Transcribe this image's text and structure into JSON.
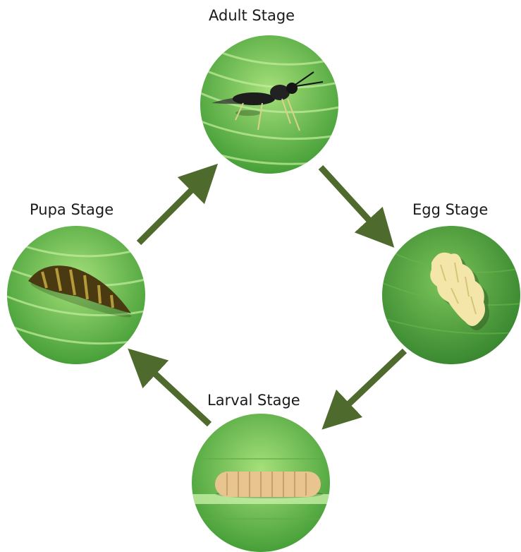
{
  "stages": {
    "adult": {
      "label": "Adult Stage",
      "icon": "adult-fly-icon"
    },
    "egg": {
      "label": "Egg Stage",
      "icon": "egg-cluster-icon"
    },
    "larval": {
      "label": "Larval Stage",
      "icon": "larva-icon"
    },
    "pupa": {
      "label": "Pupa Stage",
      "icon": "pupa-icon"
    }
  },
  "colors": {
    "arrow": "#4e6a2c",
    "leaf_light": "#8fd46a",
    "leaf_dark": "#4aa83a",
    "leaf_vein": "#aee58f"
  }
}
